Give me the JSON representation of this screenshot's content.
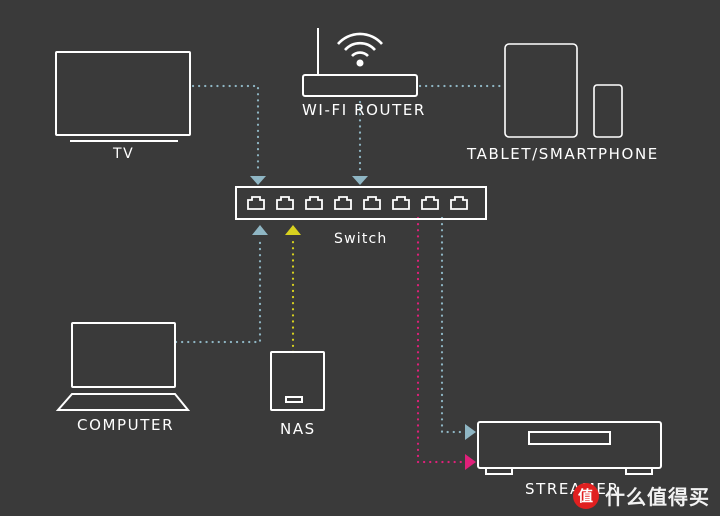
{
  "devices": {
    "tv": "TV",
    "router": "WI-FI ROUTER",
    "tablet": "TABLET/SMARTPHONE",
    "switch": "Switch",
    "computer": "COMPUTER",
    "nas": "NAS",
    "streamer": "STREAMER"
  },
  "watermark": {
    "badge": "值",
    "text": "什么值得买"
  },
  "colors": {
    "background": "#3a3a3a",
    "device": "#ffffff",
    "link_ethernet": "#8fb6c4",
    "link_nas": "#d8d21f",
    "link_streamer": "#e0207a"
  }
}
